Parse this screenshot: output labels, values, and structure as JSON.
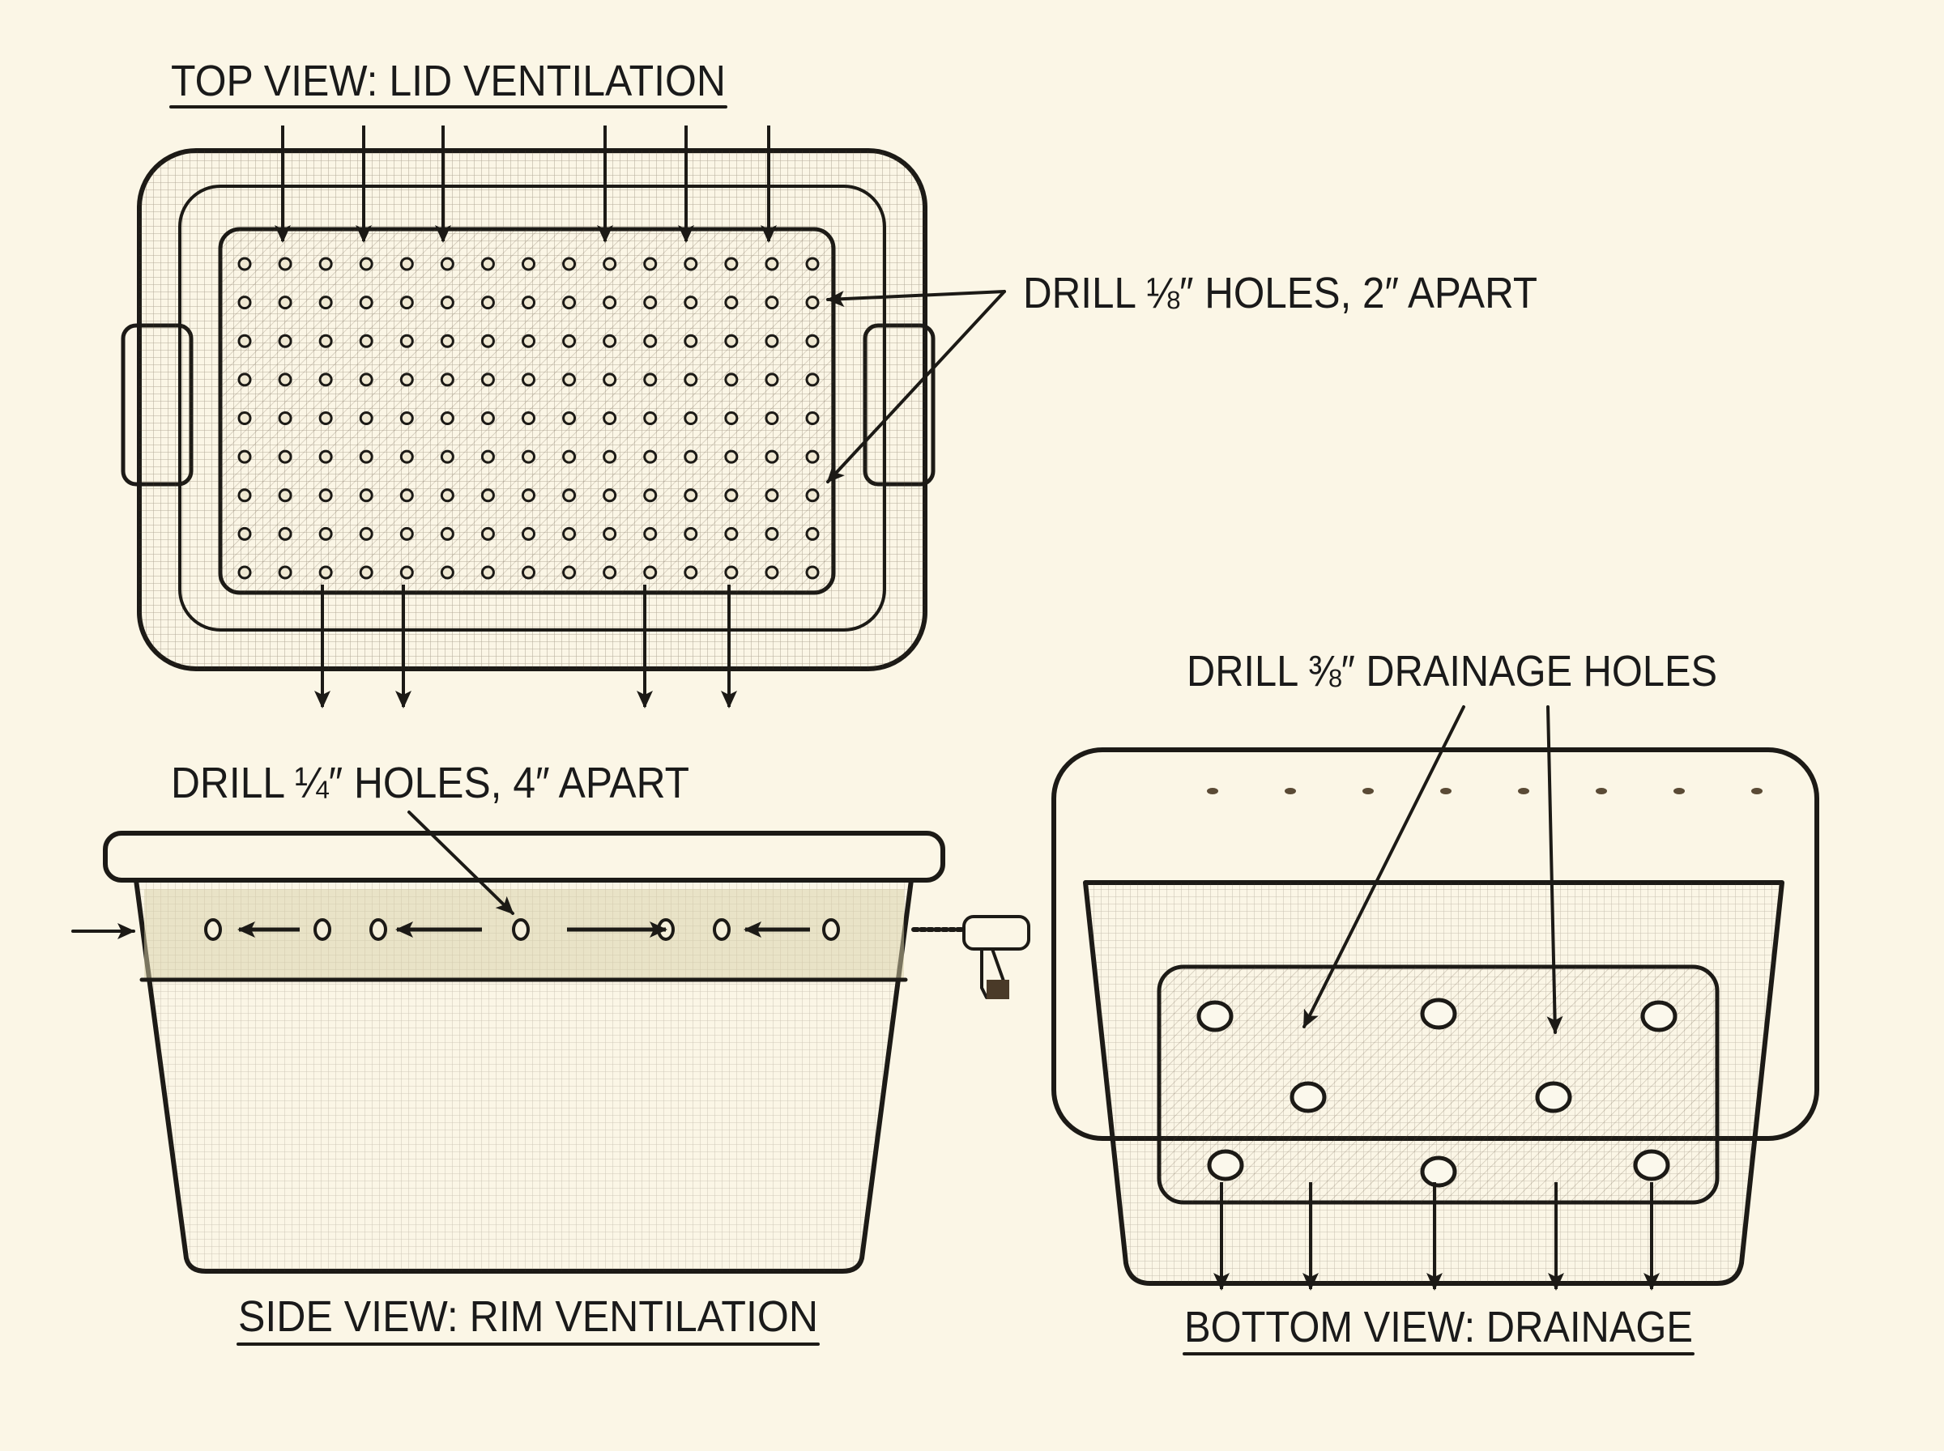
{
  "top_view": {
    "title": "TOP VIEW: LID VENTILATION",
    "callout": "DRILL ⅛″ HOLES, 2″ APART",
    "hole_grid": {
      "columns": 15,
      "rows": 9
    }
  },
  "side_view": {
    "title": "SIDE VIEW:  RIM VENTILATION",
    "callout": "DRILL ¼″ HOLES, 4″ APART",
    "rim_hole_count": 7
  },
  "bottom_view": {
    "title": "BOTTOM VIEW:  DRAINAGE",
    "callout": "DRILL ⅜″ DRAINAGE HOLES",
    "drain_hole_count": 8
  },
  "colors": {
    "paper": "#fbf6e6",
    "ink": "#1c1a16",
    "bin_tan": "#c9a77a",
    "bin_green": "#b9c4a0",
    "drill": "#c8a06c"
  }
}
